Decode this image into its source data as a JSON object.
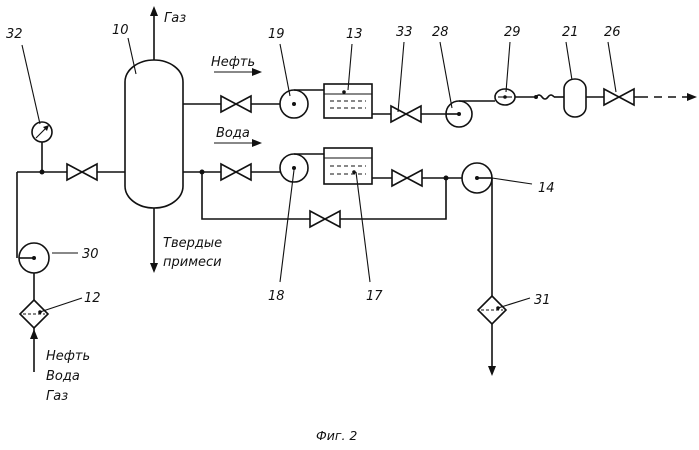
{
  "labels": {
    "gas_top": "Газ",
    "oil_line": "Нефть",
    "water_line": "Вода",
    "solids": [
      "Твердые",
      "примеси"
    ],
    "inlet": [
      "Нефть",
      "Вода",
      "Газ"
    ],
    "caption": "Фиг. 2"
  },
  "numbers": {
    "n32": "32",
    "n10": "10",
    "n19": "19",
    "n13": "13",
    "n33": "33",
    "n28": "28",
    "n29": "29",
    "n21": "21",
    "n26": "26",
    "n14": "14",
    "n30": "30",
    "n12": "12",
    "n18": "18",
    "n17": "17",
    "n31": "31"
  },
  "colors": {
    "line": "#111111",
    "background": "#ffffff"
  }
}
